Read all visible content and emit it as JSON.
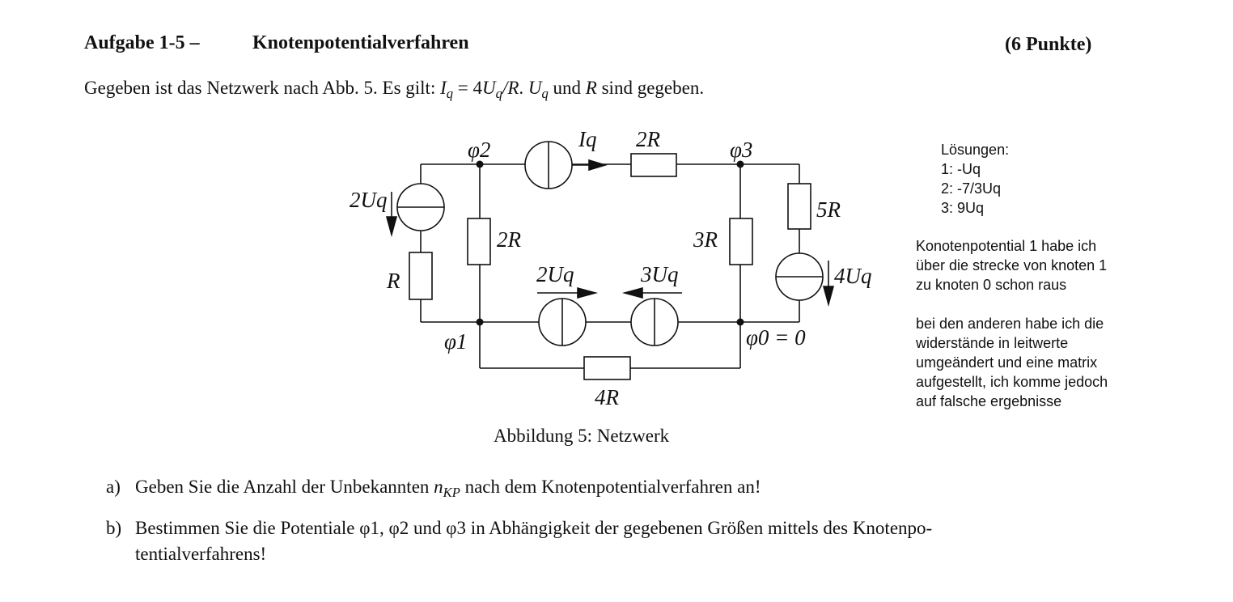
{
  "header": {
    "task_label": "Aufgabe 1-5 –",
    "task_title": "Knotenpotentialverfahren",
    "points": "(6 Punkte)"
  },
  "intro": {
    "prefix": "Gegeben ist das Netzwerk nach Abb. 5. Es gilt: ",
    "eq_I": "I",
    "eq_Isub": "q",
    "eq_mid": " = 4",
    "eq_U": "U",
    "eq_Usub": "q",
    "eq_R": "/R",
    "eq_dot": ". ",
    "given_U": "U",
    "given_Usub": "q",
    "given_and": " und ",
    "given_R": "R",
    "suffix": " sind gegeben."
  },
  "circuit": {
    "labels": {
      "phi2": "φ2",
      "phi3": "φ3",
      "phi1": "φ1",
      "phi0": "φ0 = 0",
      "Iq": "Iq",
      "r_top": "2R",
      "r_left_mid": "2R",
      "r_right_mid": "3R",
      "r_right": "5R",
      "r_left": "R",
      "r_bottom": "4R",
      "v_left": "2Uq",
      "v_right": "4Uq",
      "v_mid_left": "2Uq",
      "v_mid_right": "3Uq"
    }
  },
  "caption": "Abbildung 5: Netzwerk",
  "notes": {
    "solutions": "Lösungen:\n1: -Uq\n2: -7/3Uq\n3: 9Uq",
    "comment1": "Konotenpotential 1 habe ich\nüber die strecke von knoten 1\nzu knoten 0 schon raus",
    "comment2": "bei den anderen habe ich die\nwiderstände in leitwerte\numgeändert und eine matrix\naufgestellt, ich komme jedoch\nauf falsche ergebnisse"
  },
  "questions": {
    "a_label": "a)",
    "a_text_1": "Geben Sie die Anzahl der Unbekannten ",
    "a_var": "n",
    "a_var_sub": "KP",
    "a_text_2": " nach dem Knotenpotentialverfahren an!",
    "b_label": "b)",
    "b_line1": "Bestimmen Sie die Potentiale φ1, φ2 und φ3 in Abhängigkeit der gegebenen Größen mittels des Knotenpo-",
    "b_line2": "tentialverfahrens!"
  }
}
